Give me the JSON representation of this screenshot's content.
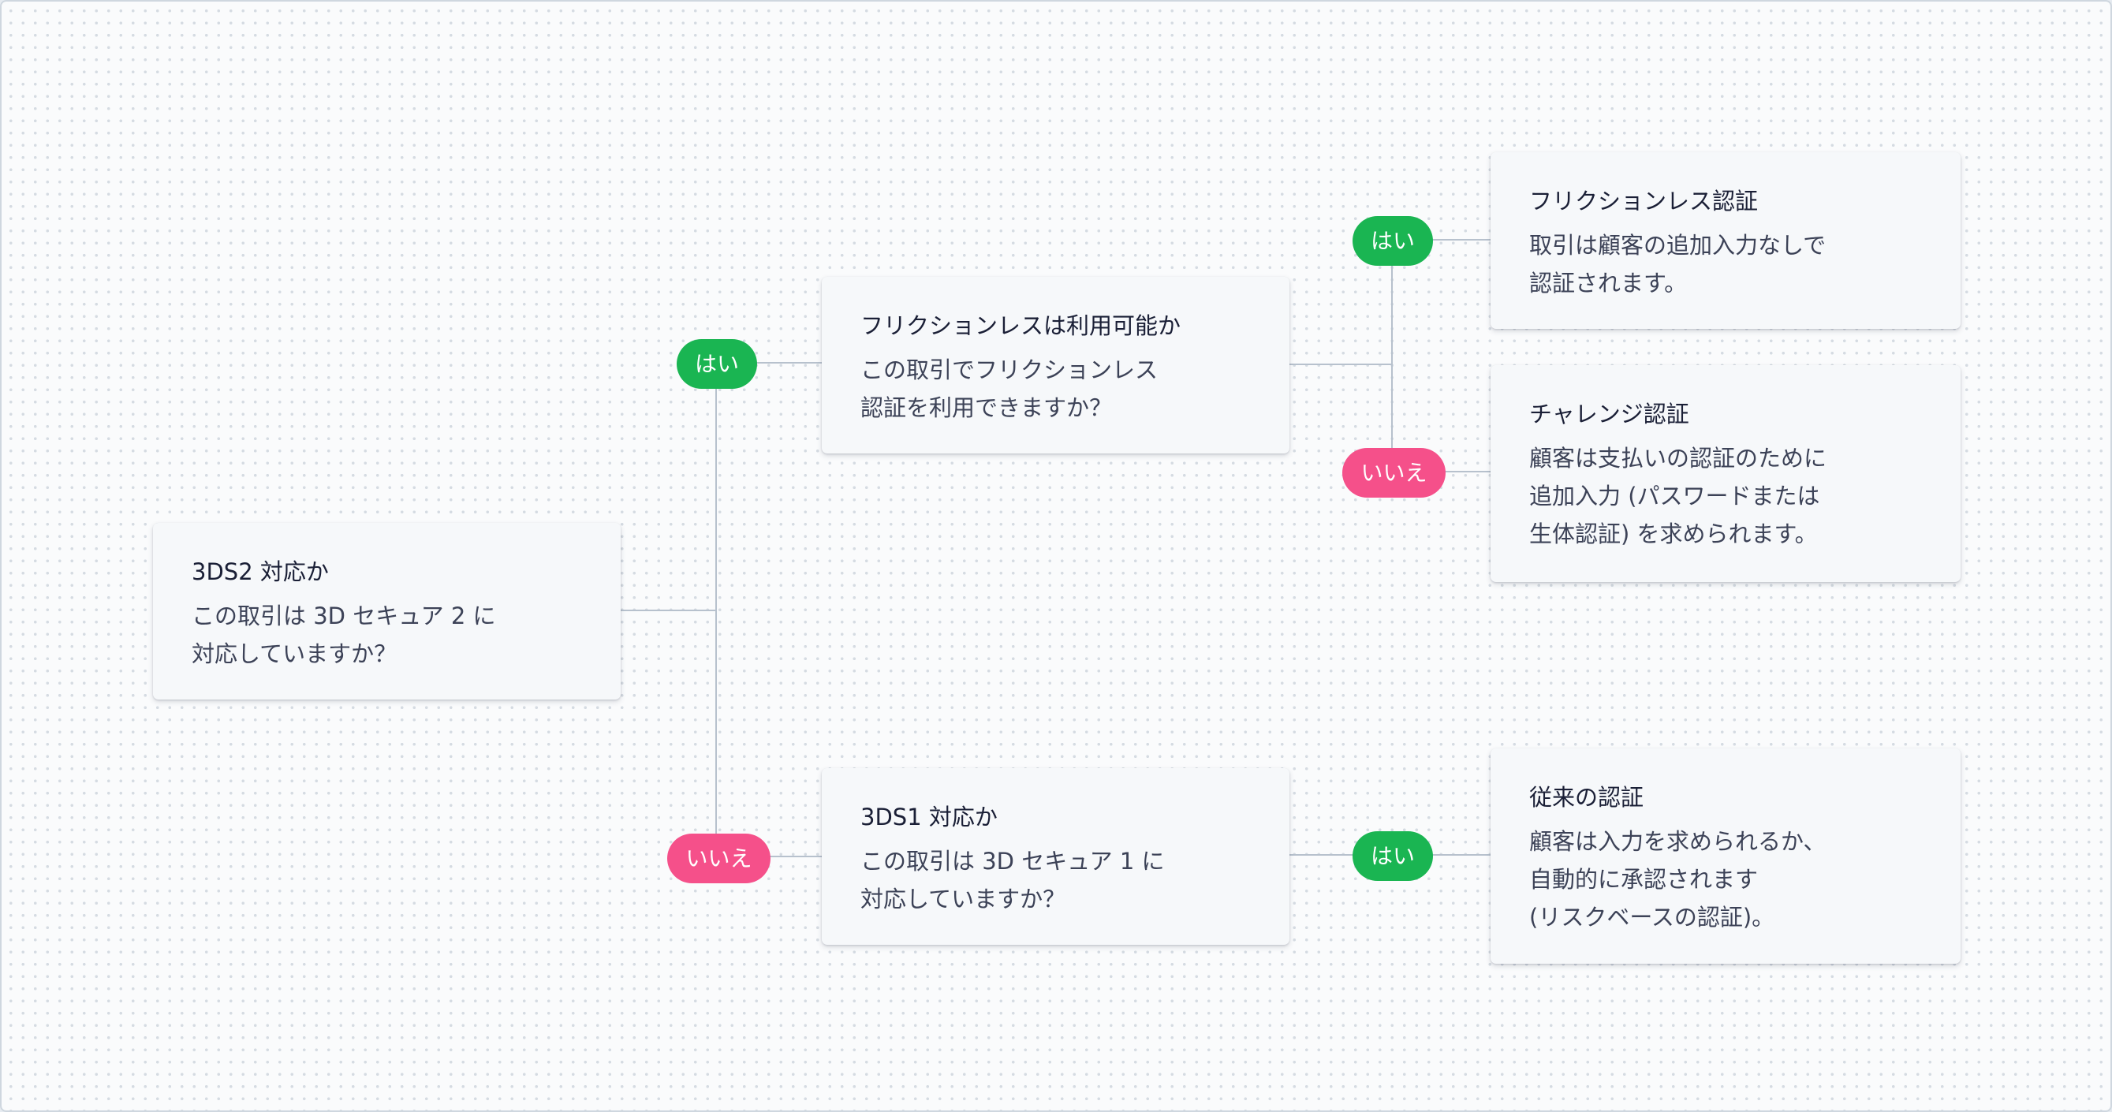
{
  "colors": {
    "yes_badge": "#1ab552",
    "no_badge": "#f5508a",
    "connector": "#b7c1cd",
    "card_background": "#f6f8fa",
    "canvas_background": "#fafbfc"
  },
  "nodes": {
    "root": {
      "title": "3DS2 対応か",
      "body": "この取引は 3D セキュア 2 に\n対応していますか？"
    },
    "frictionless_check": {
      "title": "フリクションレスは利用可能か",
      "body": "この取引でフリクションレス\n認証を利用できますか？"
    },
    "ds1_check": {
      "title": "3DS1 対応か",
      "body": "この取引は 3D セキュア 1 に\n対応していますか？"
    },
    "frictionless_auth": {
      "title": "フリクションレス認証",
      "body": "取引は顧客の追加入力なしで\n認証されます。"
    },
    "challenge_auth": {
      "title": "チャレンジ認証",
      "body": "顧客は支払いの認証のために\n追加入力 (パスワードまたは\n生体認証) を求められます。"
    },
    "legacy_auth": {
      "title": "従来の認証",
      "body": "顧客は入力を求められるか、\n自動的に承認されます\n(リスクベースの認証)。"
    }
  },
  "badges": {
    "root_yes": "はい",
    "root_no": "いいえ",
    "frictionless_yes": "はい",
    "frictionless_no": "いいえ",
    "ds1_yes": "はい"
  }
}
